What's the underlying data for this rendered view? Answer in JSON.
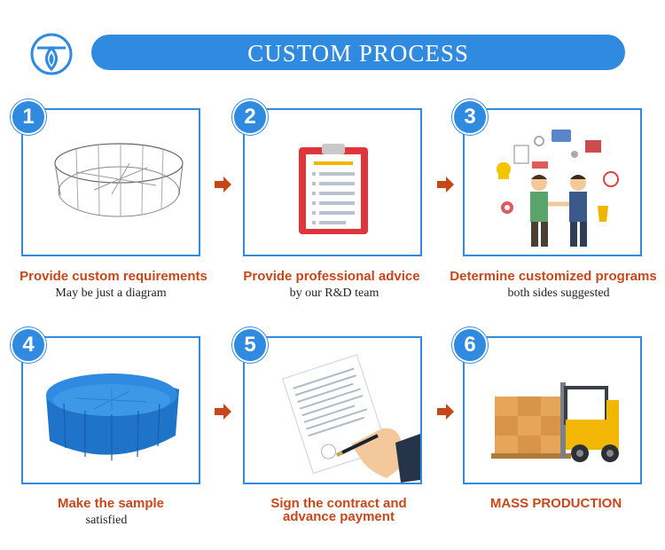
{
  "header": {
    "title": "CUSTOM PROCESS",
    "logo_icon": "tent-logo-icon"
  },
  "colors": {
    "accent": "#2f8ae0",
    "title_text": "#c8471a",
    "arrow": "#c8471a"
  },
  "steps": [
    {
      "number": "1",
      "title": "Provide custom requirements",
      "subtitle": "May be just a diagram",
      "icon": "pool-sketch-image"
    },
    {
      "number": "2",
      "title": "Provide professional advice",
      "subtitle": "by our R&D team",
      "icon": "clipboard-icon"
    },
    {
      "number": "3",
      "title": "Determine customized programs",
      "subtitle": "both sides suggested",
      "icon": "handshake-image"
    },
    {
      "number": "4",
      "title": "Make the sample",
      "subtitle": "satisfied",
      "icon": "blue-pool-image"
    },
    {
      "number": "5",
      "title": "Sign the contract and",
      "title_line2": "advance payment",
      "icon": "signing-contract-image"
    },
    {
      "number": "6",
      "title": "MASS PRODUCTION",
      "icon": "forklift-image"
    }
  ]
}
